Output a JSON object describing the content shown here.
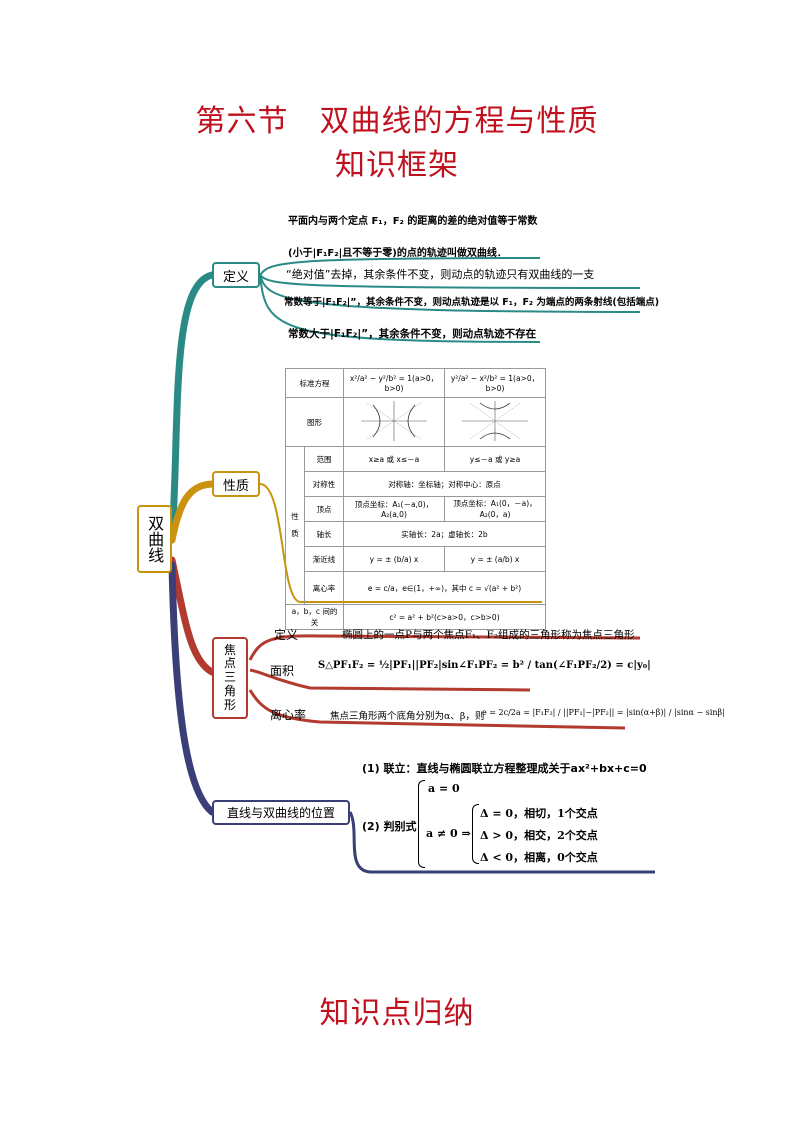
{
  "title": "第六节　双曲线的方程与性质",
  "subtitle": "知识框架",
  "footer_title": "知识点归纳",
  "root": "双曲线",
  "branches": {
    "def": {
      "label": "定义",
      "lines": [
        "平面内与两个定点 F₁，F₂ 的距离的差的绝对值等于常数",
        "(小于|F₁F₂|且不等于零)的点的轨迹叫做双曲线．",
        "“绝对值”去掉，其余条件不变，则动点的轨迹只有双曲线的一支",
        "常数等于|F₁F₂|”，其余条件不变，则动点轨迹是以 F₁，F₂ 为端点的两条射线(包括端点)",
        "常数大于|F₁F₂|”，其余条件不变，则动点轨迹不存在"
      ]
    },
    "prop": {
      "label": "性质",
      "table": {
        "std_label": "标准方程",
        "std1": "x²/a² − y²/b² = 1(a>0，b>0)",
        "std2": "y²/a² − x²/b² = 1(a>0，b>0)",
        "graph_label": "图形",
        "xing": "性",
        "zhi": "质",
        "rows": [
          {
            "name": "范围",
            "c1": "x≥a 或 x≤－a",
            "c2": "y≤－a 或 y≥a"
          },
          {
            "name": "对称性",
            "c1": "对称轴：坐标轴；对称中心：原点"
          },
          {
            "name": "顶点",
            "c1": "顶点坐标：A₁(－a,0)，A₂(a,0)",
            "c2": "顶点坐标：A₁(0，－a)，A₂(0，a)"
          },
          {
            "name": "轴长",
            "c1": "实轴长：2a；虚轴长：2b"
          },
          {
            "name": "渐近线",
            "c1": "y = ± (b/a) x",
            "c2": "y = ± (a/b) x"
          },
          {
            "name": "离心率",
            "c1": "e = c/a，e∈(1，+∞)，其中 c = √(a² + b²)"
          }
        ],
        "abc_label": "a，b，c 间的关",
        "abc": "c² = a² + b²(c>a>0，c>b>0)"
      }
    },
    "focal": {
      "label": "焦点三角形",
      "chars": [
        "焦",
        "点",
        "三",
        "角",
        "形"
      ],
      "def_label": "定义",
      "def_text": "椭圆上的一点P与两个焦点F₁、F₂组成的三角形称为焦点三角形",
      "area_label": "面积",
      "area_formula": "S△PF₁F₂ = ½|PF₁||PF₂|sin∠F₁PF₂ = b² / tan(∠F₁PF₂/2) = c|y₀|",
      "ecc_label": "离心率",
      "ecc_text": "焦点三角形两个底角分别为α、β，则",
      "ecc_formula": "e = 2c/2a = |F₁F₂| / ||PF₁|−|PF₂|| = |sin(α+β)| / |sinα − sinβ|"
    },
    "line": {
      "label": "直线与双曲线的位置",
      "step1": "(1) 联立：直线与椭圆联立方程整理成关于ax²+bx+c=0",
      "step2": "(2) 判别式",
      "a0": "a = 0",
      "an0": "a ≠ 0 ⇒",
      "c1": "Δ = 0，相切，1个交点",
      "c2": "Δ > 0，相交，2个交点",
      "c3": "Δ < 0，相离，0个交点"
    }
  },
  "colors": {
    "title": "#c0121e",
    "teal": "#2a8b86",
    "gold": "#c9920f",
    "red": "#b23a2f",
    "navy": "#3a3f77"
  }
}
